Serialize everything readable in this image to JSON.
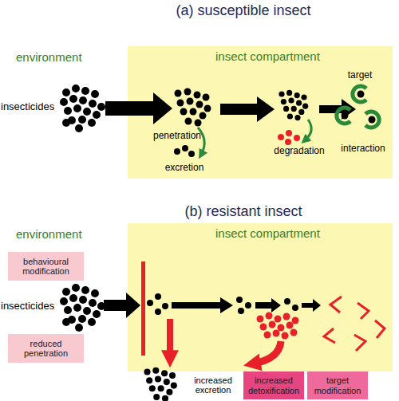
{
  "diagram": {
    "nodes": [
      {
        "text": [
          "insect compartment"
        ]
      },
      {
        "text": [
          "insect compartment"
        ]
      },
      {
        "text": [
          "behavioural modification"
        ]
      },
      {
        "text": [
          "reduced penetration"
        ]
      },
      {
        "text": [
          "increased detoxification"
        ]
      },
      {
        "text": [
          "target modification"
        ]
      }
    ],
    "labels": [
      "(a) susceptible insect",
      "environment",
      "insecticides",
      "penetration",
      "excretion",
      "degradation",
      "target",
      "interaction",
      "(b) resistant insect",
      "environment",
      "insecticides",
      "increased excretion"
    ]
  }
}
